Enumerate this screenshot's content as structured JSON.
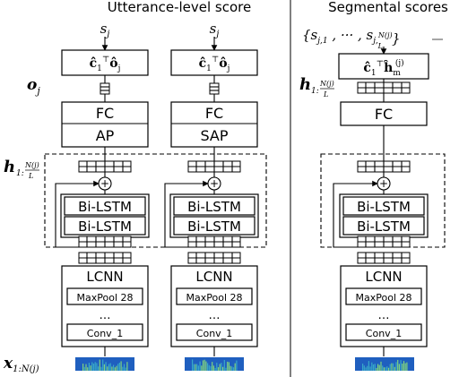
{
  "headers": {
    "utterance": "Utterance-level score",
    "segmental": "Segmental scores"
  },
  "math": {
    "s_j": "s",
    "s_j_sub": "j",
    "segment_set": "{s j,1 , ··· , s j, N(j)/L }",
    "c1_top": "ĉ",
    "o_hat": "ô",
    "h_hat": "ĥ",
    "o_j": "o",
    "o_j_sub": "j",
    "h_range": "h",
    "h_range_sub": "1: N(j)/L",
    "x_label": "x",
    "x_sub": "1:N(j)",
    "m_sub": "m",
    "j_sup": "(j)"
  },
  "blocks": {
    "fc": "FC",
    "ap": "AP",
    "sap": "SAP",
    "bilstm": "Bi-LSTM",
    "lcnn": "LCNN",
    "maxpool": "MaxPool 28",
    "dots": "…",
    "conv": "Conv_1",
    "plus": "+"
  },
  "colors": {
    "spectrogram_base": "#1f5fbf",
    "spectrogram_hi": "#7fd37f",
    "spectrogram_mid": "#38a8c8"
  }
}
